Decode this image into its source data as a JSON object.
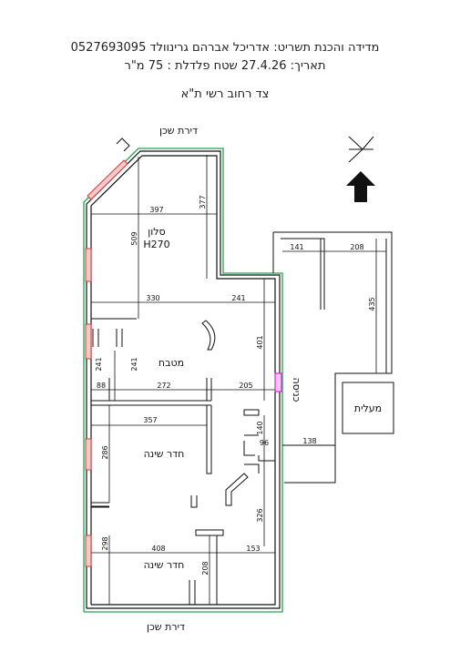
{
  "header": {
    "line1": "מדידה והכנת תשריט: אדריכל אברהם גרינוולד 0527693095",
    "line2": "תאריך: 27.4.26   שטח פלדלת : 75 מ\"ר",
    "line3": "צד רחוב רשי ת\"א"
  },
  "labels": {
    "neighbor_top": "דירת שכן",
    "neighbor_bottom": "דירת שכן",
    "living": "סלון",
    "living_height": "H270",
    "kitchen": "מטבח",
    "bedroom1": "חדר שינה",
    "bedroom2": "חדר שינה",
    "entrance": "כניסה",
    "elevator": "מעלית"
  },
  "dimensions": {
    "d397": "397",
    "d377": "377",
    "d509": "509",
    "d330": "330",
    "d241a": "241",
    "d241b": "241",
    "d401": "401",
    "d88": "88",
    "d272": "272",
    "d205": "205",
    "d141": "141",
    "d208a": "208",
    "d435": "435",
    "d357": "357",
    "d286": "286",
    "d140": "140",
    "d96": "96",
    "d138": "138",
    "d326": "326",
    "d408": "408",
    "d153": "153",
    "d298": "298",
    "d208b": "208"
  },
  "colors": {
    "outline": "#22a34a",
    "windows": "#d23a3a",
    "entrance_door": "#d12fd1"
  },
  "icons": [
    "north-arrow-icon",
    "up-arrow-icon"
  ]
}
